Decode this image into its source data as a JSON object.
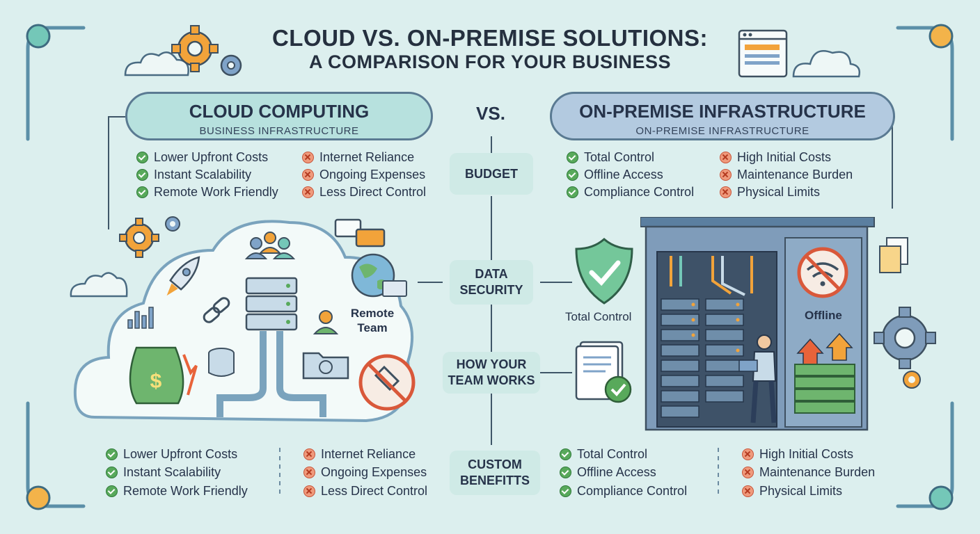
{
  "title": {
    "line1": "CLOUD VS. ON-PREMISE SOLUTIONS:",
    "line2": "A COMPARISON FOR YOUR BUSINESS"
  },
  "vs_label": "VS.",
  "cloud": {
    "heading": "CLOUD COMPUTING",
    "subheading": "BUSINESS INFRASTRUCTURE",
    "pros": [
      "Lower Upfront Costs",
      "Instant Scalability",
      "Remote Work Friendly"
    ],
    "cons": [
      "Internet Reliance",
      "Ongoing Expenses",
      "Less Direct Control"
    ],
    "remote_label": "Remote\nTeam"
  },
  "onprem": {
    "heading": "ON-PREMISE INFRASTRUCTURE",
    "subheading": "ON-PREMISE INFRASTRUCTURE",
    "pros": [
      "Total Control",
      "Offline Access",
      "Compliance Control"
    ],
    "cons": [
      "High Initial Costs",
      "Maintenance Burden",
      "Physical Limits"
    ],
    "shield_label": "Total Control",
    "offline_label": "Offline"
  },
  "criteria": [
    {
      "label": "BUDGET"
    },
    {
      "label": "DATA\nSECURITY"
    },
    {
      "label": "HOW YOUR\nTEAM WORKS"
    },
    {
      "label": "CUSTOM\nBENEFITTS"
    }
  ],
  "icons": [
    "gear-icon",
    "cloud-icon",
    "browser-window-icon",
    "rocket-icon",
    "server-icon",
    "money-bag-icon",
    "database-icon",
    "globe-icon",
    "no-plug-icon",
    "shield-check-icon",
    "no-wifi-icon",
    "document-check-icon",
    "server-rack-icon",
    "cash-stack-icon",
    "person-with-laptop-icon"
  ],
  "colors": {
    "background": "#dcefee",
    "cloud_accent": "#b7e1de",
    "onprem_accent": "#b3cae0",
    "pro": "#58a95b",
    "con": "#ef9a7c",
    "orange": "#f2a33a"
  }
}
